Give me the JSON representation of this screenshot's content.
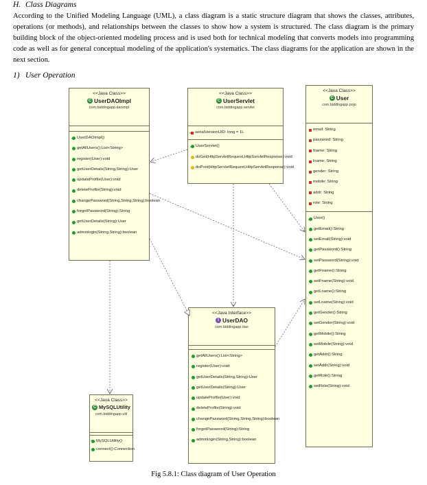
{
  "header": {
    "letter": "H.",
    "title": "Class Diagrams"
  },
  "paragraph": "According to the Unified Modeling Language (UML), a class diagram is a static structure diagram that shows the classes, attributes, operations (or methods), and relationships between the classes to show how a system is structured. The class diagram is the primary building block of the object-oriented modeling process and is used both for technical modeling that converts models into programming code as well as for general conceptual modeling of the application's systematics. The class diagrams for the application are shown in the next section.",
  "subsection": {
    "number": "1)",
    "title": "User Operation"
  },
  "classes": {
    "userdaoimpl": {
      "stereotype": "<<Java Class>>",
      "name": "UserDAOImpl",
      "package": "com.biddingapp.daoimpl",
      "fields": [],
      "methods": [
        "UserDAOImpl()",
        "getAllUsers():List<String>",
        "register(User):void",
        "getUserDetails(String,String):User",
        "updateProfile(User):void",
        "deleteProfile(String):void",
        "changePassword(String,String,String):boolean",
        "forgotPassword(String):String",
        "getUserDetails(String):User",
        "adminlogin(String,String):boolean"
      ]
    },
    "userservlet": {
      "stereotype": "<<Java Class>>",
      "name": "UserServlet",
      "package": "com.biddingapp.servlet",
      "fields": [
        "serialVersionUID: long = 1L"
      ],
      "methods": [
        "UserServlet()",
        "doGet(HttpServletRequest,HttpServletResponse):void",
        "doPost(HttpServletRequest,HttpServletResponse):void"
      ]
    },
    "user": {
      "stereotype": "<<Java Class>>",
      "name": "User",
      "package": "com.biddingapp.pojo",
      "fields": [
        "email: String",
        "password: String",
        "fname: String",
        "lname: String",
        "gender: String",
        "mobile: String",
        "addr: String",
        "role: String"
      ],
      "methods": [
        "User()",
        "getEmail():String",
        "setEmail(String):void",
        "getPassword():String",
        "setPassword(String):void",
        "getFname():String",
        "setFname(String):void",
        "getLname():String",
        "setLname(String):void",
        "getGender():String",
        "setGender(String):void",
        "getMobile():String",
        "setMobile(String):void",
        "getAddr():String",
        "setAddr(String):void",
        "getRole():String",
        "setRole(String):void"
      ]
    },
    "userdao": {
      "stereotype": "<<Java Interface>>",
      "name": "UserDAO",
      "package": "com.biddingapp.dao",
      "fields": [],
      "methods": [
        "getAllUsers():List<String>",
        "register(User):void",
        "getUserDetails(String,String):User",
        "getUserDetails(String):User",
        "updateProfile(User):void",
        "deleteProfile(String):void",
        "changePassword(String,String,String):boolean",
        "forgotPassword(String):String",
        "adminlogin(String,String):boolean"
      ]
    },
    "mysqlutility": {
      "stereotype": "<<Java Class>>",
      "name": "MySQLUtility",
      "package": "com.biddingapp.util",
      "fields": [],
      "methods": [
        "MySQLUtility()",
        "connect():Connection"
      ]
    }
  },
  "caption": "Fig 5.8.1: Class diagram of User Operation"
}
